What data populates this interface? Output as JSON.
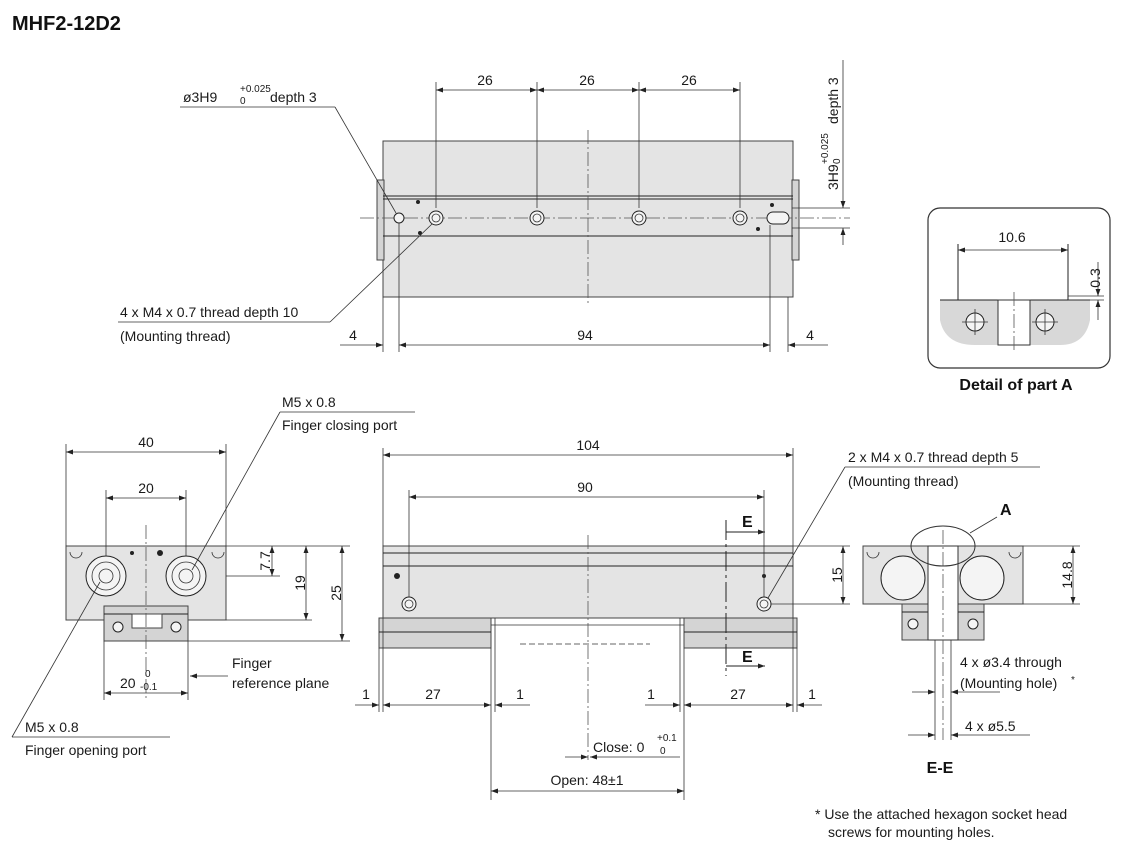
{
  "title": "MHF2-12D2",
  "top_view": {
    "pitch_1": "26",
    "pitch_2": "26",
    "pitch_3": "26",
    "length_inner": "94",
    "left_margin": "4",
    "right_margin": "4",
    "pin_hole_label_prefix": "ø3H9 ",
    "pin_hole_tol_upper": "+0.025",
    "pin_hole_tol_lower": "0",
    "pin_hole_depth": " depth 3",
    "slot_label_prefix": "3H9",
    "slot_tol_upper": "+0.025",
    "slot_tol_lower": "0",
    "slot_depth": "depth 3",
    "mount_thread": "4 x M4 x 0.7 thread depth 10",
    "mount_thread_note": "(Mounting thread)"
  },
  "detail_a": {
    "width": "10.6",
    "gap": "0.3",
    "caption": "Detail of part A"
  },
  "end_view": {
    "width": "40",
    "port_pitch": "20",
    "h1": "7.7",
    "h2": "19",
    "h3": "25",
    "finger_width_prefix": "20",
    "finger_tol_upper": "0",
    "finger_tol_lower": "-0.1",
    "closing_port": "M5 x 0.8",
    "closing_port_label": "Finger closing port",
    "opening_port": "M5 x 0.8",
    "opening_port_label": "Finger opening port",
    "ref_plane_1": "Finger",
    "ref_plane_2": "reference plane"
  },
  "side_view": {
    "length": "104",
    "hole_pitch": "90",
    "height": "15",
    "gap_l": "1",
    "finger_l": "27",
    "gap_cl": "1",
    "gap_cr": "1",
    "finger_r": "27",
    "gap_r": "1",
    "close_prefix": "Close: 0",
    "close_tol_upper": "+0.1",
    "close_tol_lower": "0",
    "open": "Open: 48±1",
    "section_mark": "E",
    "thread": "2 x M4 x 0.7 thread depth 5",
    "thread_note": "(Mounting thread)"
  },
  "section_view": {
    "height": "14.8",
    "detail_mark": "A",
    "through_hole": "4 x ø3.4 through",
    "through_hole_note": "(Mounting hole)",
    "asterisk": "*",
    "counterbore": "4 x ø5.5",
    "caption": "E-E"
  },
  "footnote_line1": "* Use the attached hexagon socket head",
  "footnote_line2": "screws for mounting holes."
}
